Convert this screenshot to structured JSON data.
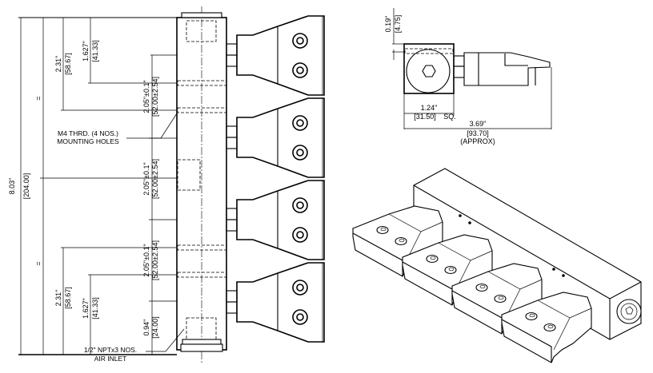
{
  "drawing": {
    "front_view": {
      "overall_height": {
        "in": "8.03\"",
        "mm": "[204.00]"
      },
      "equal_marks": [
        "=",
        "="
      ],
      "top_dims": [
        {
          "in": "2.31\"",
          "mm": "[58.67]"
        },
        {
          "in": "1.627\"",
          "mm": "[41.33]"
        }
      ],
      "bottom_dims": [
        {
          "in": "2.31\"",
          "mm": "[58.67]"
        },
        {
          "in": "1.627\"",
          "mm": "[41.33]"
        }
      ],
      "pitch_dims": [
        {
          "in": "2.05\"±0.1\"",
          "mm": "[52.00±2.54]"
        },
        {
          "in": "2.05\"±0.1\"",
          "mm": "[52.00±2.54]"
        },
        {
          "in": "2.05\"±0.1\"",
          "mm": "[52.00±2.54]"
        }
      ],
      "end_dim": {
        "in": "0.94\"",
        "mm": "[24.00]"
      },
      "callout_mounting": [
        "M4 THRD. (4 NOS.)",
        "MOUNTING HOLES"
      ],
      "callout_inlet": [
        "1/2\" NPTx3 NOS.",
        "AIR INLET"
      ],
      "nozzle_count": 4
    },
    "side_view": {
      "top_dim": {
        "in": "0.19\"",
        "mm": "[4.75]"
      },
      "width_dim": {
        "in": "1.24\"",
        "mm": "[31.50]",
        "suffix": "SQ."
      },
      "length_dim": {
        "in": "3.69\"",
        "mm": "[93.70]",
        "note": "(APPROX)"
      }
    },
    "iso_view": {
      "label": "isometric view"
    }
  }
}
